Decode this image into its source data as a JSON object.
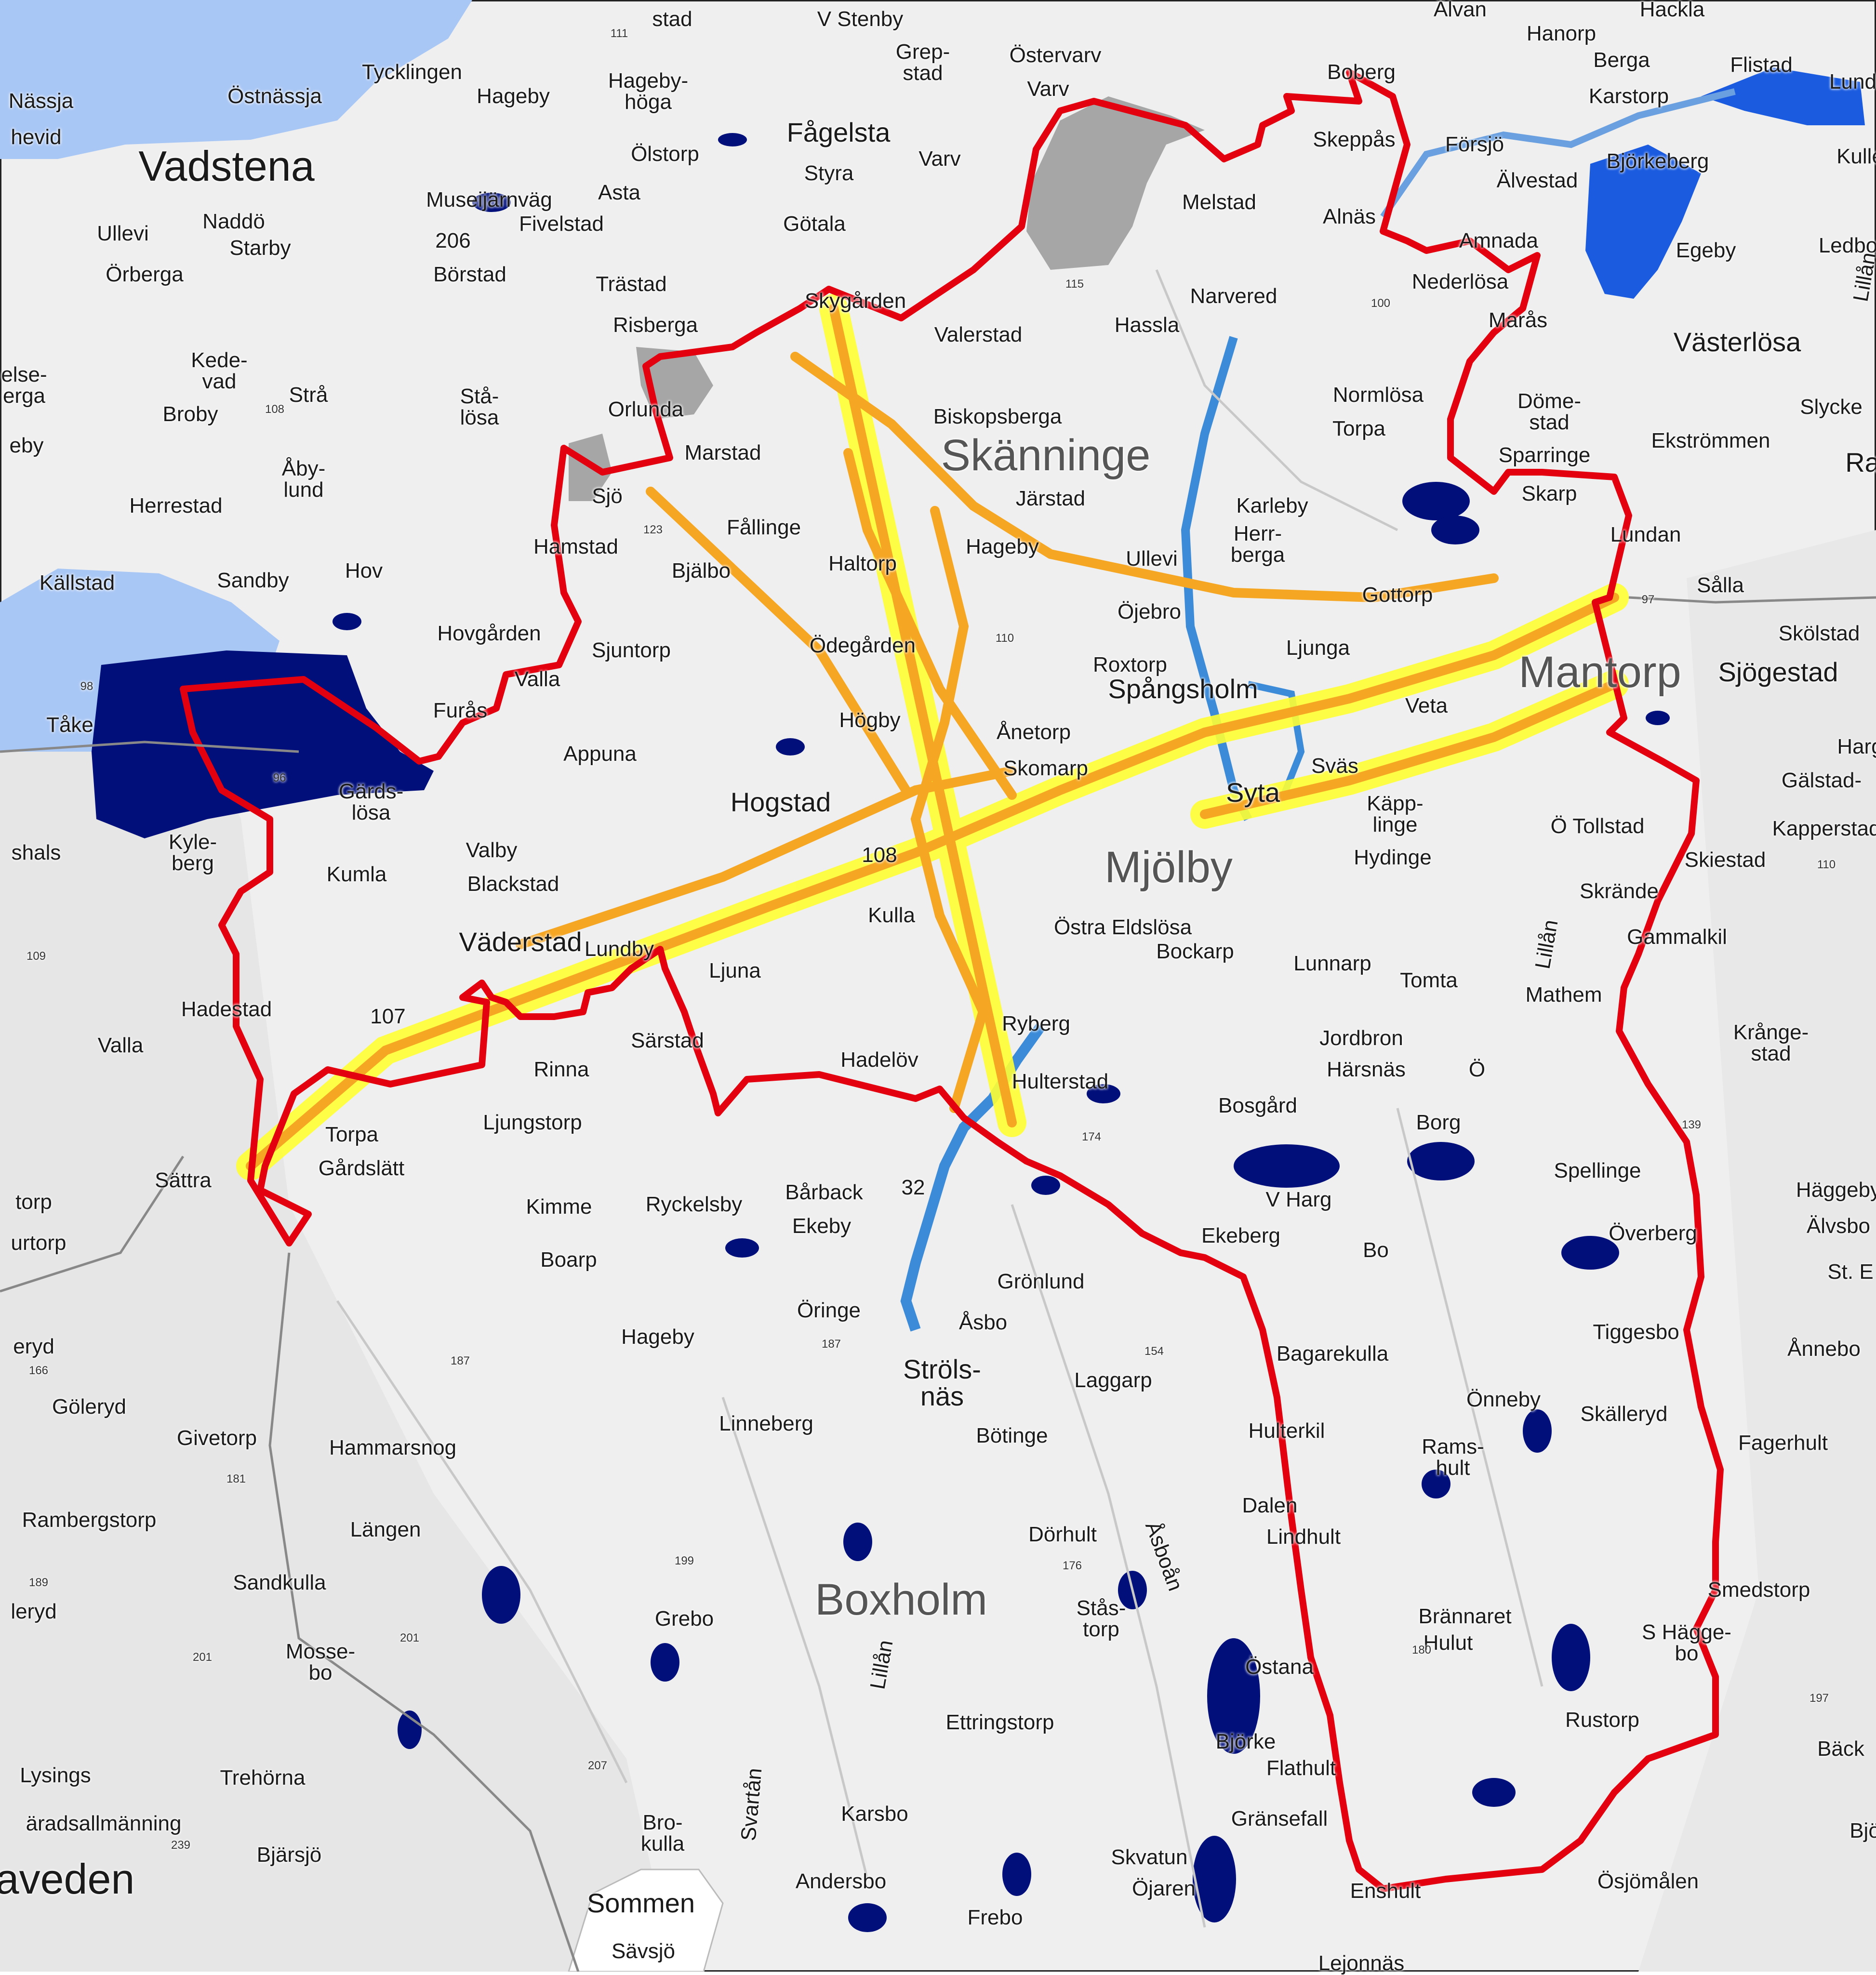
{
  "map": {
    "colors": {
      "land": "#f0f0f0",
      "lake_light": "#a9c7f5",
      "lake_dark": "#000f7a",
      "boundary": "#e3000f",
      "road_main": "#f5a623",
      "road_buffer": "#ffff33",
      "river": "#3b8bd9",
      "urban": "#bdbdbd"
    },
    "labels": {
      "vadstena": "Vadstena",
      "skanninge": "Skänninge",
      "mjolby": "Mjölby",
      "mantorp": "Mantorp",
      "boxholm": "Boxholm",
      "sommen": "Sommen",
      "haveden": "aveden",
      "hogstad": "Hogstad",
      "vaderstad": "Väderstad",
      "fagelsta": "Fågelsta",
      "vasterlosa": "Västerlösa",
      "sjogestad": "Sjögestad",
      "v_stenby": "V Stenby",
      "stad_top": "stad",
      "alvan": "Älvan",
      "hanorp": "Hanorp",
      "hackla": "Hackla",
      "tycklingen": "Tycklingen",
      "nassja": "Nässja",
      "ostnassja": "Östnässja",
      "hevid": "hevid",
      "hageby_top": "Hageby",
      "hageby_hoga": "Hageby-\nhöga",
      "grepstad": "Grep-\nstad",
      "ostervarv": "Östervarv",
      "varv": "Varv",
      "boberg": "Boberg",
      "berga": "Berga",
      "flistad": "Flistad",
      "lund": "Lund",
      "karstorp": "Karstorp",
      "olstorp": "Ölstorp",
      "asta": "Asta",
      "styra": "Styra",
      "varv2": "Varv",
      "melstad": "Melstad",
      "skepperas": "Skeppås",
      "forsjo": "Försjö",
      "bjorkeberg": "Björkeberg",
      "alvestad": "Älvestad",
      "kullen": "Kulle",
      "ullevi": "Ullevi",
      "naddo": "Naddö",
      "starby": "Starby",
      "museijarnvag": "Museijärnväg",
      "fivelstad": "Fivelstad",
      "gotala": "Götala",
      "alnas": "Alnäs",
      "amnada": "Amnada",
      "orberga": "Örberga",
      "borstad": "Börstad",
      "trastad": "Trästad",
      "skygarden": "Skygården",
      "nederlosa": "Nederlösa",
      "egeby": "Egeby",
      "ledbo": "Ledbo",
      "narvered": "Narvered",
      "risberga": "Risberga",
      "valerstad": "Valerstad",
      "hassla": "Hassla",
      "maras": "Marås",
      "kedevad": "Kede-\nvad",
      "else_berga": "else-\nerga",
      "broby": "Broby",
      "stra": "Strå",
      "stalosa": "Stå-\nlösa",
      "orlunda": "Orlunda",
      "biskopsberga": "Biskopsberga",
      "normlosa": "Normlösa",
      "domestad": "Döme-\nstad",
      "slycke": "Slycke",
      "ekstrommen": "Ekströmmen",
      "eby": "eby",
      "marstad": "Marstad",
      "torpa": "Torpa",
      "sparringe": "Sparringe",
      "abylund": "Åby-\nlund",
      "herrestad": "Herrestad",
      "sjo": "Sjö",
      "jarstad": "Järstad",
      "karleby": "Karleby",
      "herrberga": "Herr-\nberga",
      "skarp": "Skarp",
      "ra": "Ra",
      "fallinge": "Fållinge",
      "hamstad": "Hamstad",
      "hageby2": "Hageby",
      "lundan": "Lundan",
      "kallstad": "Källstad",
      "sandby": "Sandby",
      "hov": "Hov",
      "bjalbo": "Bjälbo",
      "haltorp": "Haltorp",
      "ullevi2": "Ullevi",
      "gottorp": "Gottorp",
      "salla": "Sålla",
      "hovgarden": "Hovgården",
      "ojebro": "Öjebro",
      "skolstad": "Skölstad",
      "sjuntorp": "Sjuntorp",
      "odegarden": "Ödegården",
      "ljunga": "Ljunga",
      "roxtorp": "Roxtorp",
      "spangsholm": "Spångsholm",
      "valla": "Valla",
      "takern": "Tåke",
      "furas": "Furås",
      "veta": "Veta",
      "hogby": "Högby",
      "anetorp": "Ånetorp",
      "appuna": "Appuna",
      "harg": "Harg",
      "galstad": "Gälstad-",
      "kapperstad": "Kapperstad",
      "skomarp": "Skomarp",
      "syta": "Syta",
      "svassa": "Sväs",
      "kapplinge": "Käpp-\nlinge",
      "gardslosa": "Gärds-\nlösa",
      "tollstad": "Ö Tollstad",
      "kyleberg": "Kyle-\nberg",
      "shals": "shals",
      "valby": "Valby",
      "hydinge": "Hydinge",
      "skiestad": "Skiestad",
      "kumla": "Kumla",
      "blackstad": "Blackstad",
      "num108": "108",
      "skrande": "Skrände",
      "lundby": "Lundby",
      "kulla": "Kulla",
      "ostra_eldslosa": "Östra Eldslösa",
      "bockarp": "Bockarp",
      "gammalkil": "Gammalkil",
      "ljuna": "Ljuna",
      "lunnarp": "Lunnarp",
      "tomta": "Tomta",
      "lillan": "Lillån",
      "mathem": "Mathem",
      "hadestad": "Hadestad",
      "num107": "107",
      "valla2": "Valla",
      "sarstad": "Särstad",
      "ryberg": "Ryberg",
      "jordbron": "Jordbron",
      "krangestad": "Krånge-\nstad",
      "rinna": "Rinna",
      "hadelov": "Hadelöv",
      "hulterstad": "Hulterstad",
      "harsnas": "Härsnäs",
      "o_label": "Ö",
      "ljungstorp": "Ljungstorp",
      "bosgard": "Bosgård",
      "borg": "Borg",
      "torpa2": "Torpa",
      "gardslatt": "Gårdslätt",
      "spellinge": "Spellinge",
      "sattra": "Sättra",
      "barback": "Bårback",
      "ekeby": "Ekeby",
      "num32": "32",
      "kimme": "Kimme",
      "ryckelsby": "Ryckelsby",
      "v_harg": "V Harg",
      "haggeby": "Häggeby",
      "alvsbo": "Älvsbo",
      "torp": "torp",
      "urtorp": "urtorp",
      "ekeberg": "Ekeberg",
      "boarp": "Boarp",
      "bo": "Bo",
      "overberg": "Överberg",
      "st_e": "St. E",
      "gronlund": "Grönlund",
      "oringe": "Öringe",
      "asbo": "Åsbo",
      "hageby3": "Hageby",
      "tiggesbo": "Tiggesbo",
      "annebo": "Ånnebo",
      "eryd": "eryd",
      "stralsnas": "Ströls-\nnäs",
      "bagarekulla": "Bagarekulla",
      "laggarp": "Laggarp",
      "onneby": "Önneby",
      "goleryd": "Göleryd",
      "skalleryd": "Skälleryd",
      "hulterkil": "Hulterkil",
      "linneberg": "Linneberg",
      "botinge": "Bötinge",
      "givetorp": "Givetorp",
      "hammarsnog": "Hammarsnog",
      "ramshult": "Rams-\nhult",
      "fagerhult": "Fagerhult",
      "rambergstorp": "Rambergstorp",
      "dalen": "Dalen",
      "lindhult": "Lindhult",
      "langen": "Längen",
      "dorhult": "Dörhult",
      "asboan": "Åsboån",
      "sandkulla": "Sandkulla",
      "brannaret": "Brännaret",
      "smedstorp": "Smedstorp",
      "leryd": "leryd",
      "stastorp": "Stås-\ntorp",
      "grebo": "Grebo",
      "hulut": "Hulut",
      "sthaggebo": "S Hägge-\nbo",
      "mossebo": "Mosse-\nbo",
      "lillan2": "Lillån",
      "ostana": "Östana",
      "rustorp": "Rustorp",
      "ettringstorp": "Ettringstorp",
      "bjorke": "Björke",
      "lysings": "Lysings",
      "flathult": "Flathult",
      "back": "Bäck",
      "trehorna": "Trehörna",
      "karsbo": "Karsbo",
      "svartan": "Svartån",
      "brokulla": "Bro-\nkulla",
      "gransefal": "Gränsefall",
      "bjo": "Bjö",
      "aradsallmanning": "äradsallmänning",
      "bjarsjo": "Bjärsjö",
      "skvatun": "Skvatun",
      "andersbo": "Andersbo",
      "ojaren": "Öjaren",
      "enshult": "Enshult",
      "osjomalen": "Ösjömålen",
      "savsjo": "Sävsjö",
      "frebo": "Frebo",
      "leionnas": "Lejonnäs",
      "num206": "206",
      "lillan_top": "Lillån"
    },
    "road_numbers": {
      "r111": "111",
      "r115": "115",
      "r100": "100",
      "r108s": "108",
      "r123": "123",
      "r110": "110",
      "r96": "96",
      "r98": "98",
      "r97": "97",
      "r109": "109",
      "r174": "174",
      "r139": "139",
      "r110e": "110",
      "r166": "166",
      "r187": "187",
      "r187b": "187",
      "r154": "154",
      "r181": "181",
      "r189": "189",
      "r199": "199",
      "r176": "176",
      "r201": "201",
      "r201b": "201",
      "r180": "180",
      "r197": "197",
      "r207": "207",
      "r239": "239"
    }
  }
}
